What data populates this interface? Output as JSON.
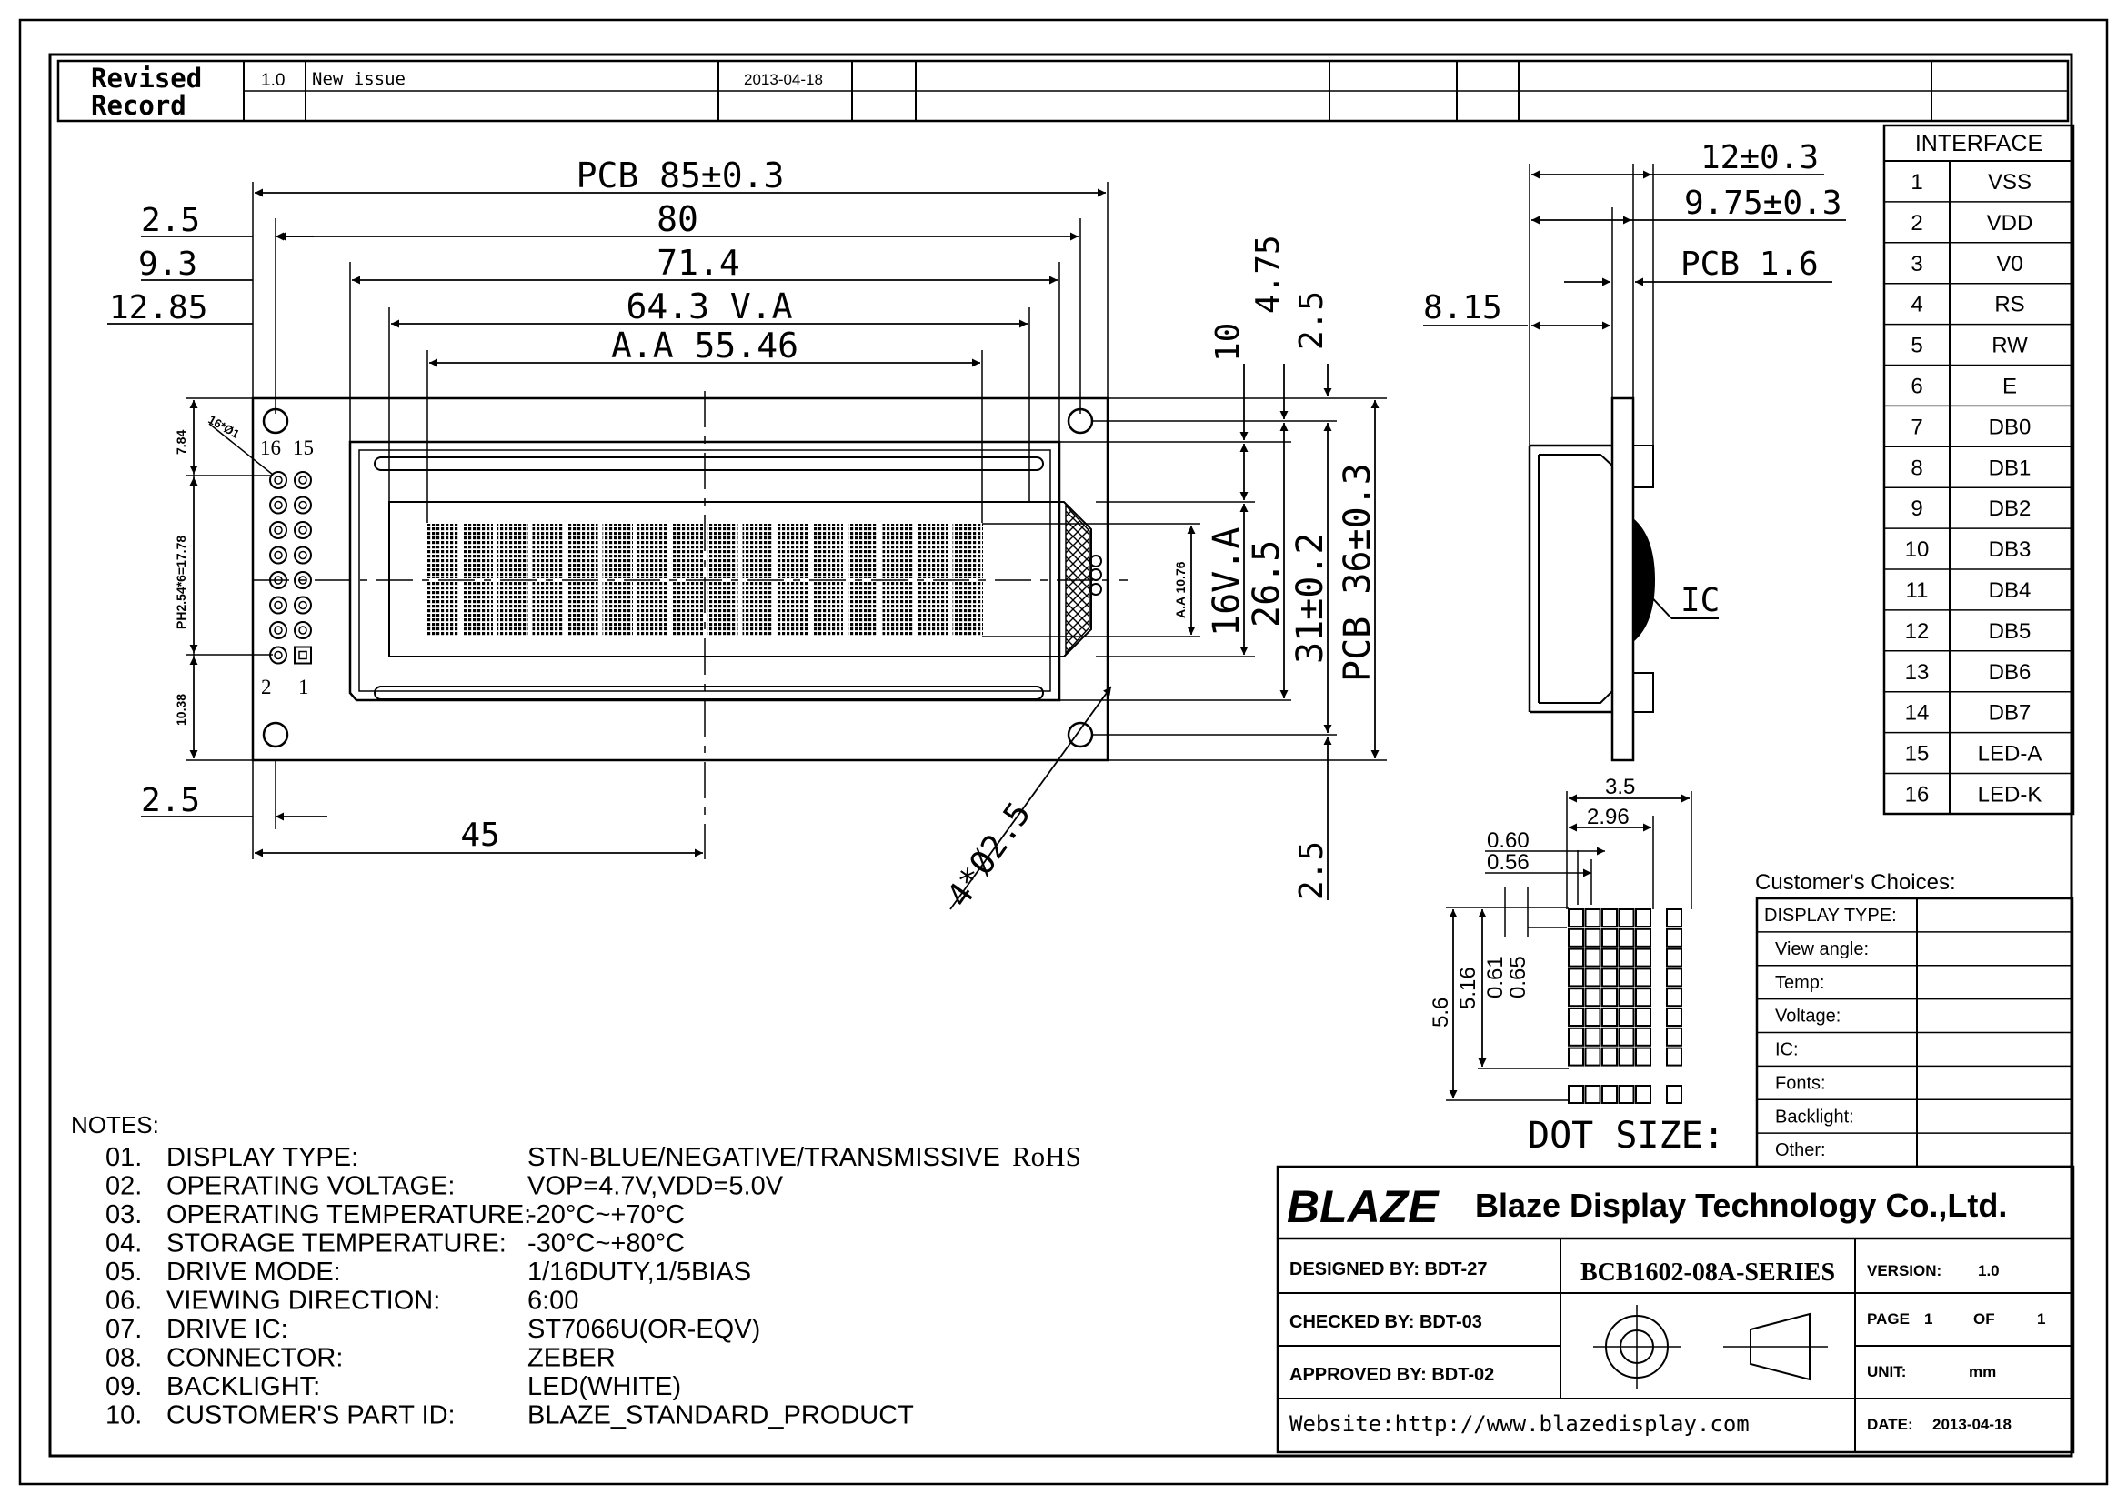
{
  "revision": {
    "label": "Revised\nRecord",
    "label_line1": "Revised",
    "label_line2": "Record",
    "version": "1.0",
    "description": "New issue",
    "date": "2013-04-18"
  },
  "front_dims": {
    "pcb_width": "PCB 85±0.3",
    "w80": "80",
    "w71": "71.4",
    "va_w": "64.3 V.A",
    "aa_w": "A.A 55.46",
    "left_2_5": "2.5",
    "left_9_3": "9.3",
    "left_12_85": "12.85",
    "bottom_2_5": "2.5",
    "bottom_45": "45",
    "holes": "4*Ø2.5",
    "pins_note": "16*Ø1",
    "pin16": "16",
    "pin15": "15",
    "pin2": "2",
    "pin1": "1",
    "v_7_84": "7.84",
    "v_pitch": "PH2.54*6=17.78",
    "v_10_38": "10.38",
    "aa_h": "A.A 10.76"
  },
  "right_dims": {
    "d10": "10",
    "d4_75": "4.75",
    "d2_5_top": "2.5",
    "va_h": "16V.A",
    "d26_5": "26.5",
    "d31": "31±0.2",
    "pcb_h": "PCB 36±0.3",
    "d2_5_bottom": "2.5"
  },
  "side_dims": {
    "d12": "12±0.3",
    "d9_75": "9.75±0.3",
    "pcb_t": "PCB 1.6",
    "d8_15": "8.15",
    "ic": "IC"
  },
  "dot_size": {
    "title": "DOT SIZE:",
    "d3_5": "3.5",
    "d2_96": "2.96",
    "d0_60": "0.60",
    "d0_56": "0.56",
    "d5_6": "5.6",
    "d5_16": "5.16",
    "d0_61": "0.61",
    "d0_65": "0.65"
  },
  "interface": {
    "title": "INTERFACE",
    "pins": [
      {
        "no": "1",
        "name": "VSS"
      },
      {
        "no": "2",
        "name": "VDD"
      },
      {
        "no": "3",
        "name": "V0"
      },
      {
        "no": "4",
        "name": "RS"
      },
      {
        "no": "5",
        "name": "RW"
      },
      {
        "no": "6",
        "name": "E"
      },
      {
        "no": "7",
        "name": "DB0"
      },
      {
        "no": "8",
        "name": "DB1"
      },
      {
        "no": "9",
        "name": "DB2"
      },
      {
        "no": "10",
        "name": "DB3"
      },
      {
        "no": "11",
        "name": "DB4"
      },
      {
        "no": "12",
        "name": "DB5"
      },
      {
        "no": "13",
        "name": "DB6"
      },
      {
        "no": "14",
        "name": "DB7"
      },
      {
        "no": "15",
        "name": "LED-A"
      },
      {
        "no": "16",
        "name": "LED-K"
      }
    ]
  },
  "customer": {
    "title": "Customer's Choices:",
    "rows": [
      "DISPLAY TYPE:",
      "View angle:",
      "Temp:",
      "Voltage:",
      "IC:",
      "Fonts:",
      "Backlight:",
      "Other:"
    ]
  },
  "notes": {
    "title": "NOTES:",
    "items": [
      {
        "no": "01.",
        "label": "DISPLAY TYPE:",
        "value": "STN-BLUE/NEGATIVE/TRANSMISSIVE",
        "extra": "RoHS"
      },
      {
        "no": "02.",
        "label": "OPERATING VOLTAGE:",
        "value": "VOP=4.7V,VDD=5.0V"
      },
      {
        "no": "03.",
        "label": "OPERATING TEMPERATURE:",
        "value": "-20°C~+70°C"
      },
      {
        "no": "04.",
        "label": "STORAGE TEMPERATURE:",
        "value": "-30°C~+80°C"
      },
      {
        "no": "05.",
        "label": "DRIVE MODE:",
        "value": "1/16DUTY,1/5BIAS"
      },
      {
        "no": "06.",
        "label": "VIEWING DIRECTION:",
        "value": "6:00"
      },
      {
        "no": "07.",
        "label": "DRIVE IC:",
        "value": "ST7066U(OR-EQV)"
      },
      {
        "no": "08.",
        "label": "CONNECTOR:",
        "value": "ZEBER"
      },
      {
        "no": "09.",
        "label": "BACKLIGHT:",
        "value": "LED(WHITE)"
      },
      {
        "no": "10.",
        "label": "CUSTOMER'S PART ID:",
        "value": "BLAZE_STANDARD_PRODUCT"
      }
    ]
  },
  "title_block": {
    "logo": "BLAZE",
    "company": "Blaze Display Technology Co.,Ltd.",
    "designed": "DESIGNED BY: BDT-27",
    "checked": "CHECKED BY: BDT-03",
    "approved": "APPROVED BY: BDT-02",
    "website": "Website:http://www.blazedisplay.com",
    "part": "BCB1602-08A-SERIES",
    "version_label": "VERSION:",
    "version": "1.0",
    "page_label": "PAGE",
    "page": "1",
    "of_label": "OF",
    "of": "1",
    "unit_label": "UNIT:",
    "unit": "mm",
    "date_label": "DATE:",
    "date": "2013-04-18"
  }
}
